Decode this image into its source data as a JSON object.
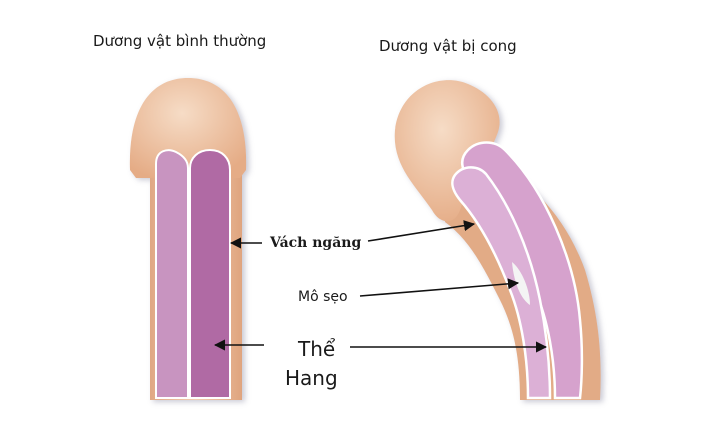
{
  "diagram": {
    "left_title": "Dương vật bình thường",
    "right_title": "Dương vật bị cong",
    "labels": {
      "septum": "Vách ngăng",
      "scar_tissue": "Mô sẹo",
      "corpora_line1": "Thể",
      "corpora_line2": "Hang"
    },
    "colors": {
      "skin": "#e8b48e",
      "skin_light": "#f3d3ba",
      "corpora_left": "#b06aa4",
      "corpora_right": "#dba9d3",
      "outline": "#ffffff",
      "arrow": "#111111",
      "scar": "#f4f4f4"
    }
  }
}
